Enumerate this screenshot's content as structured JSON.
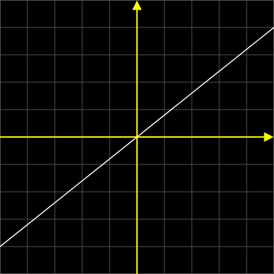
{
  "chart_data": {
    "type": "line",
    "title": "",
    "xlabel": "",
    "ylabel": "",
    "xlim": [
      -5,
      5
    ],
    "ylim": [
      -5,
      5
    ],
    "grid": true,
    "grid_step": 1,
    "legend": "none",
    "series": [
      {
        "x": [
          -5,
          5
        ],
        "y": [
          -4,
          4
        ]
      }
    ]
  },
  "colors": {
    "background": "#000000",
    "grid": "#555555",
    "axis": "#ffff00",
    "line": "#ffffff"
  }
}
